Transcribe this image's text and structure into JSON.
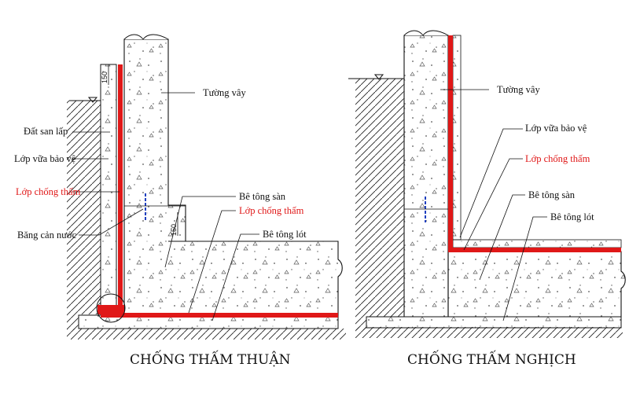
{
  "left": {
    "caption": "CHỐNG THẤM THUẬN",
    "labels": {
      "tuong_vay": "Tường vây",
      "dat_san_lap": "Đất san lấp",
      "lop_vua_bao_ve": "Lớp vữa bảo vệ",
      "lop_chong_tham": "Lớp chống thấm",
      "bang_can_nuoc": "Băng cản nước",
      "be_tong_san": "Bê tông sàn",
      "lop_chong_tham_2": "Lớp chống thấm",
      "be_tong_lot": "Bê tông lót"
    },
    "dimensions": {
      "dim_top": "150",
      "dim_step": "150"
    }
  },
  "right": {
    "caption": "CHỐNG THẤM NGHỊCH",
    "labels": {
      "tuong_vay": "Tường vây",
      "lop_vua_bao_ve": "Lớp vữa bảo vệ",
      "lop_chong_tham": "Lớp chống thấm",
      "be_tong_san": "Bê tông sàn",
      "be_tong_lot": "Bê tông lót"
    }
  },
  "colors": {
    "membrane": "#e01818",
    "waterstop": "#1f3fbf",
    "line": "#111111",
    "concrete_fill": "#ffffff"
  }
}
